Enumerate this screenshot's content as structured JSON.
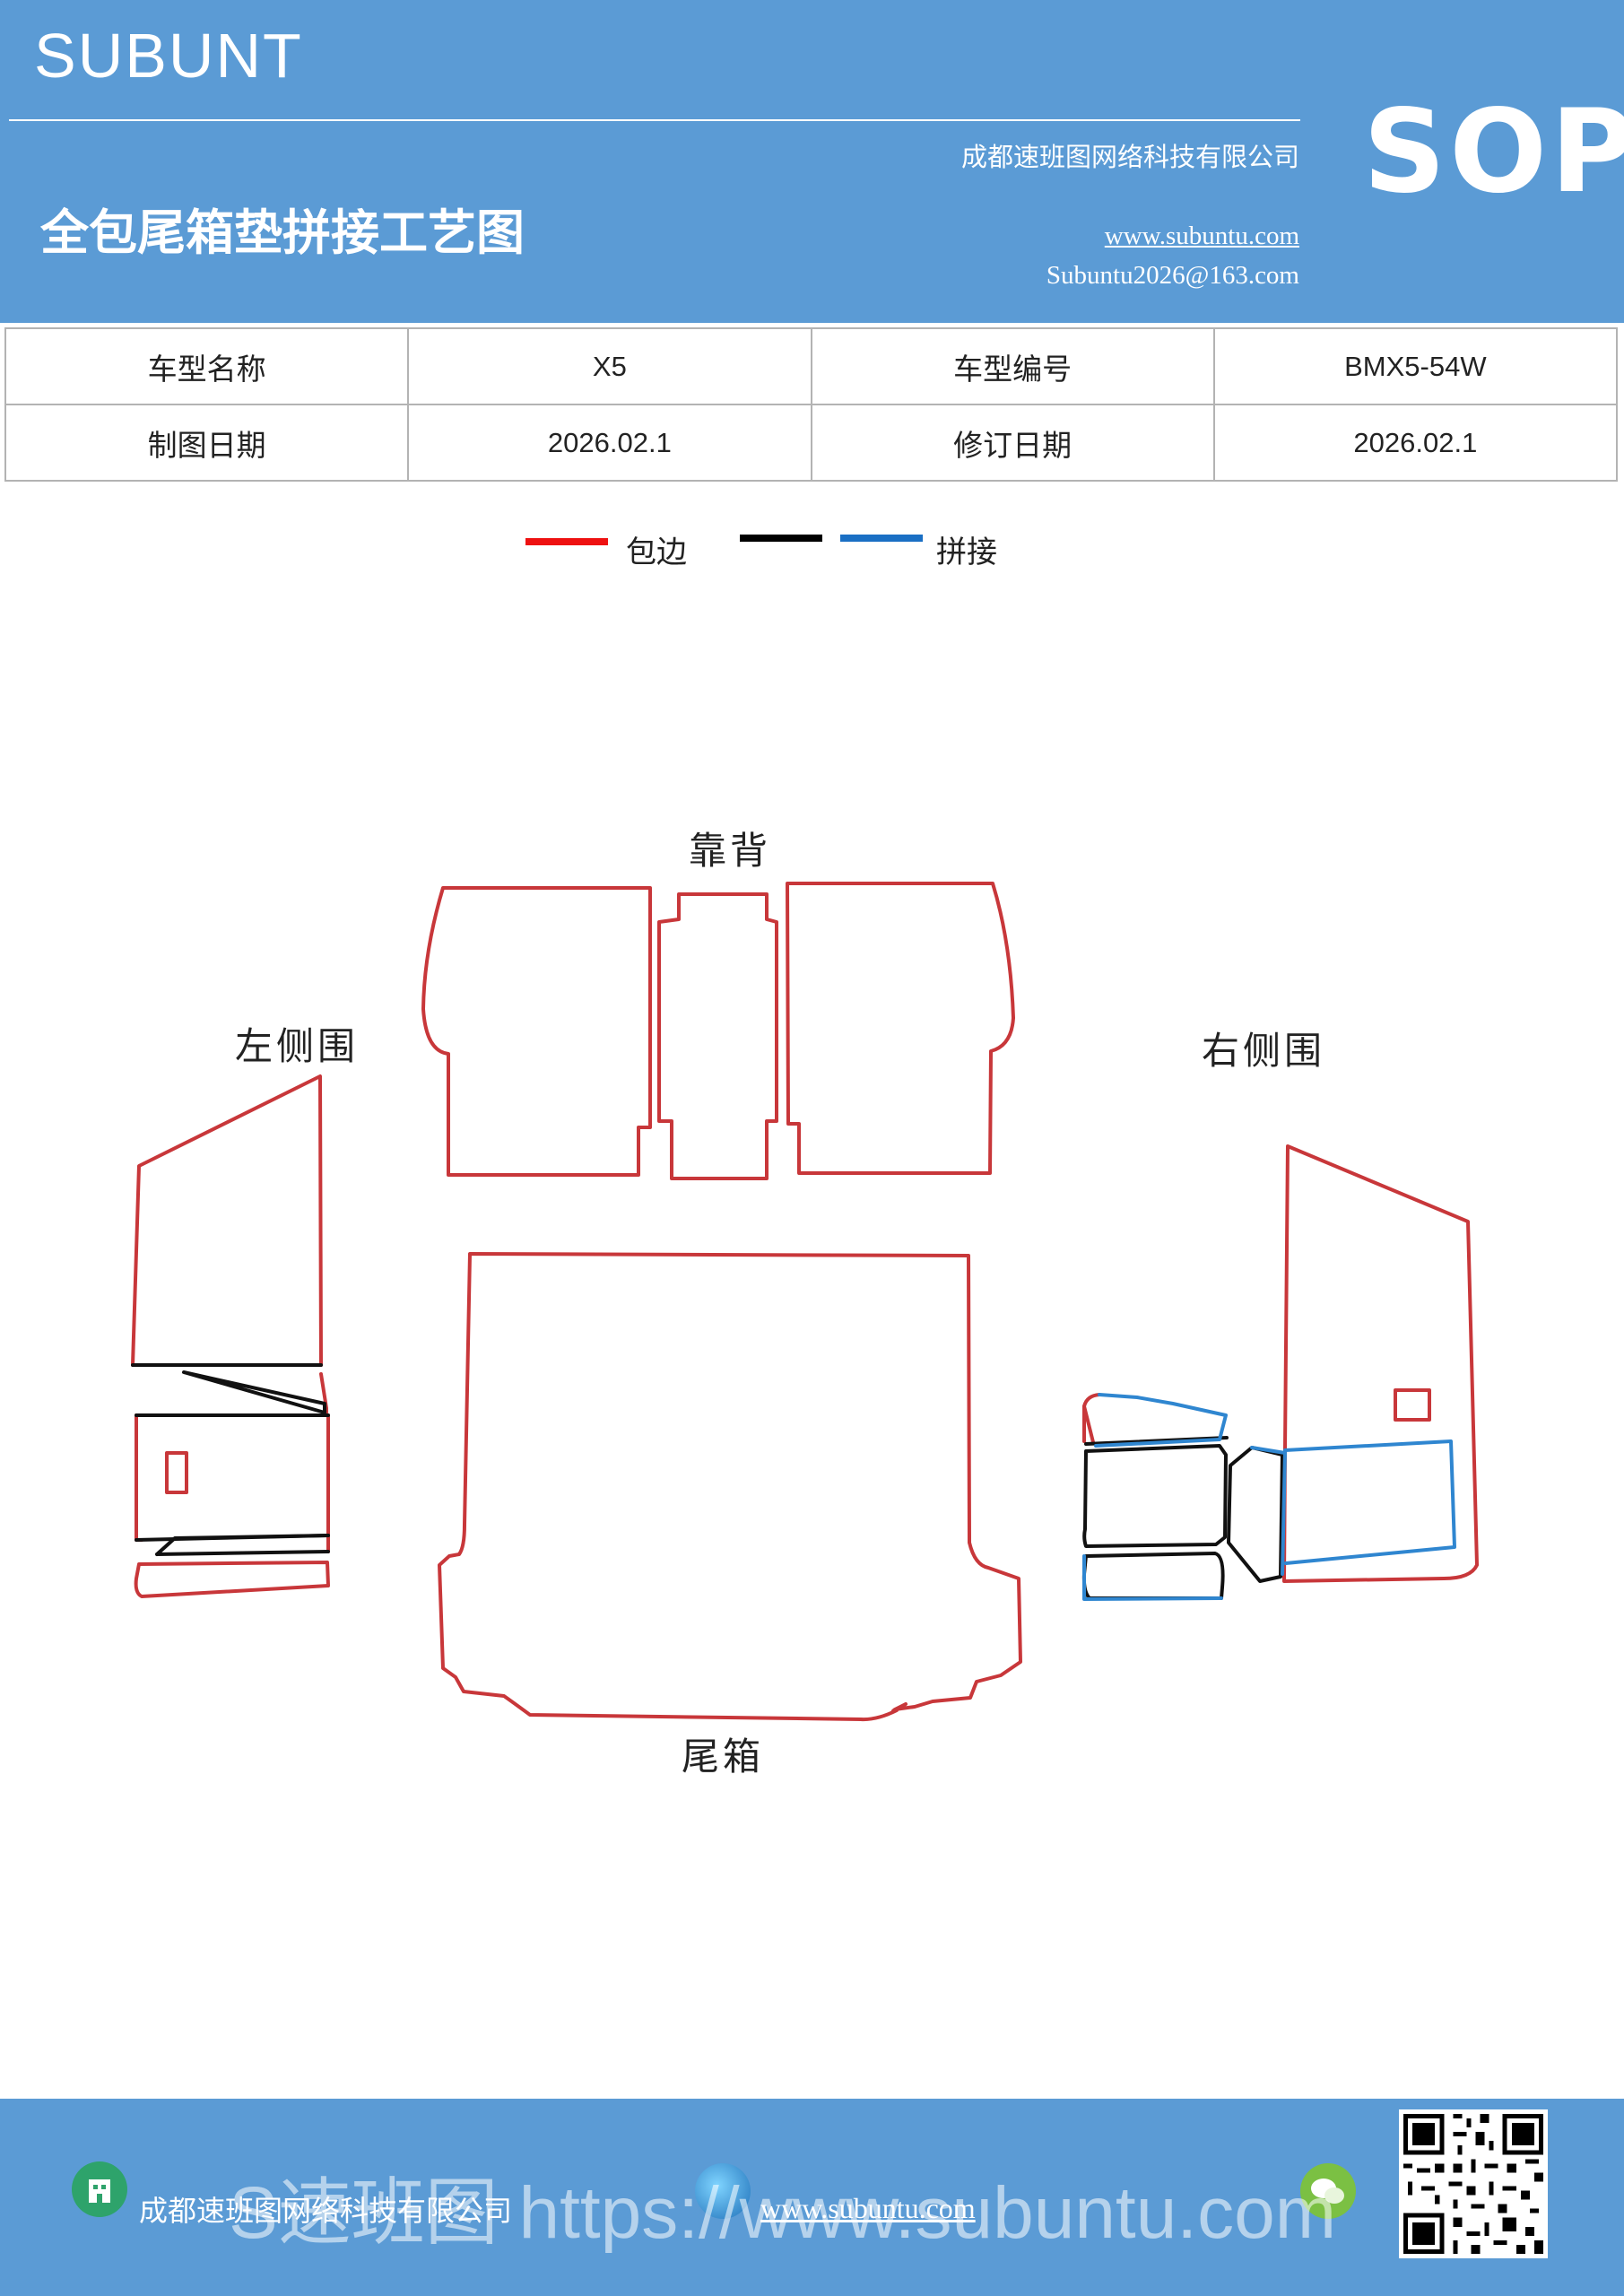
{
  "header": {
    "brand": "SUBUNT",
    "title": "全包尾箱垫拼接工艺图",
    "company": "成都速班图网络科技有限公司",
    "website": "www.subuntu.com",
    "email": "Subuntu2026@163.com",
    "badge": "SOP"
  },
  "info_table": {
    "rows": [
      [
        "车型名称",
        "X5",
        "车型编号",
        "BMX5-54W"
      ],
      [
        "制图日期",
        "2026.02.1",
        "修订日期",
        "2026.02.1"
      ]
    ]
  },
  "legend": {
    "items": [
      {
        "label": "包边",
        "color": "#ee1111"
      },
      {
        "label": "",
        "color": "#000000"
      },
      {
        "label": "拼接",
        "color": "#1a6fc4"
      }
    ]
  },
  "diagram": {
    "labels": {
      "backrest": "靠背",
      "left_side": "左侧围",
      "right_side": "右侧围",
      "trunk": "尾箱"
    },
    "colors": {
      "edge": "#c8373a",
      "joint_black": "#111111",
      "joint_blue": "#2f86d0"
    }
  },
  "footer": {
    "company": "成都速班图网络科技有限公司",
    "website": "www.subuntu.com",
    "watermark": "S速班图 https://www.subuntu.com",
    "icons": [
      "building-icon",
      "globe-icon",
      "wechat-icon",
      "qr-code"
    ]
  }
}
